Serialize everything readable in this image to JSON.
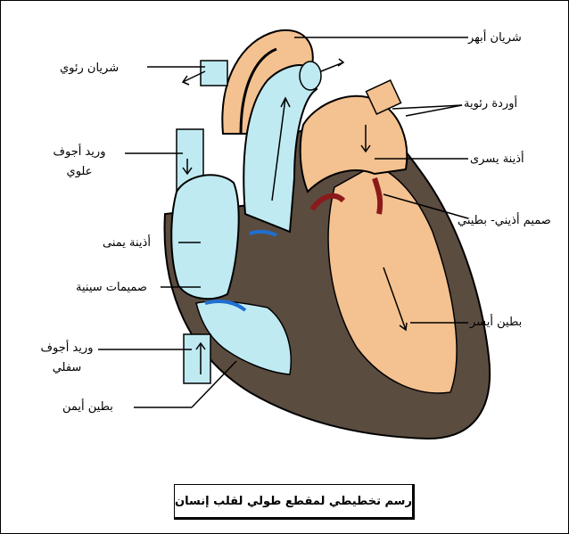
{
  "labels": {
    "aorta": "شريان أبهر",
    "pulmonary_artery": "شريان رئوي",
    "pulmonary_veins": "أوردة رئوية",
    "superior_vena_cava": "وريد أجوف علوي",
    "left_atrium": "أذينة يسرى",
    "mitral_valve": "صميم أذيني- بطيني",
    "right_atrium": "أذينة يمنى",
    "semilunar_valves": "صميمات سينية",
    "left_ventricle": "بطين أيسر",
    "inferior_vena_cava": "وريد أجوف سفلي",
    "right_ventricle": "بطين أيمن"
  },
  "caption": "رسم تخطيطي لمقطع طولي لقلب إنسان",
  "colors": {
    "oxygenated": "#f4c190",
    "deoxygenated": "#bfeaf2",
    "muscle": "#5b4c40",
    "valve": "#8b1a1a",
    "valve_right": "#1f6fd1",
    "line": "#000000"
  }
}
